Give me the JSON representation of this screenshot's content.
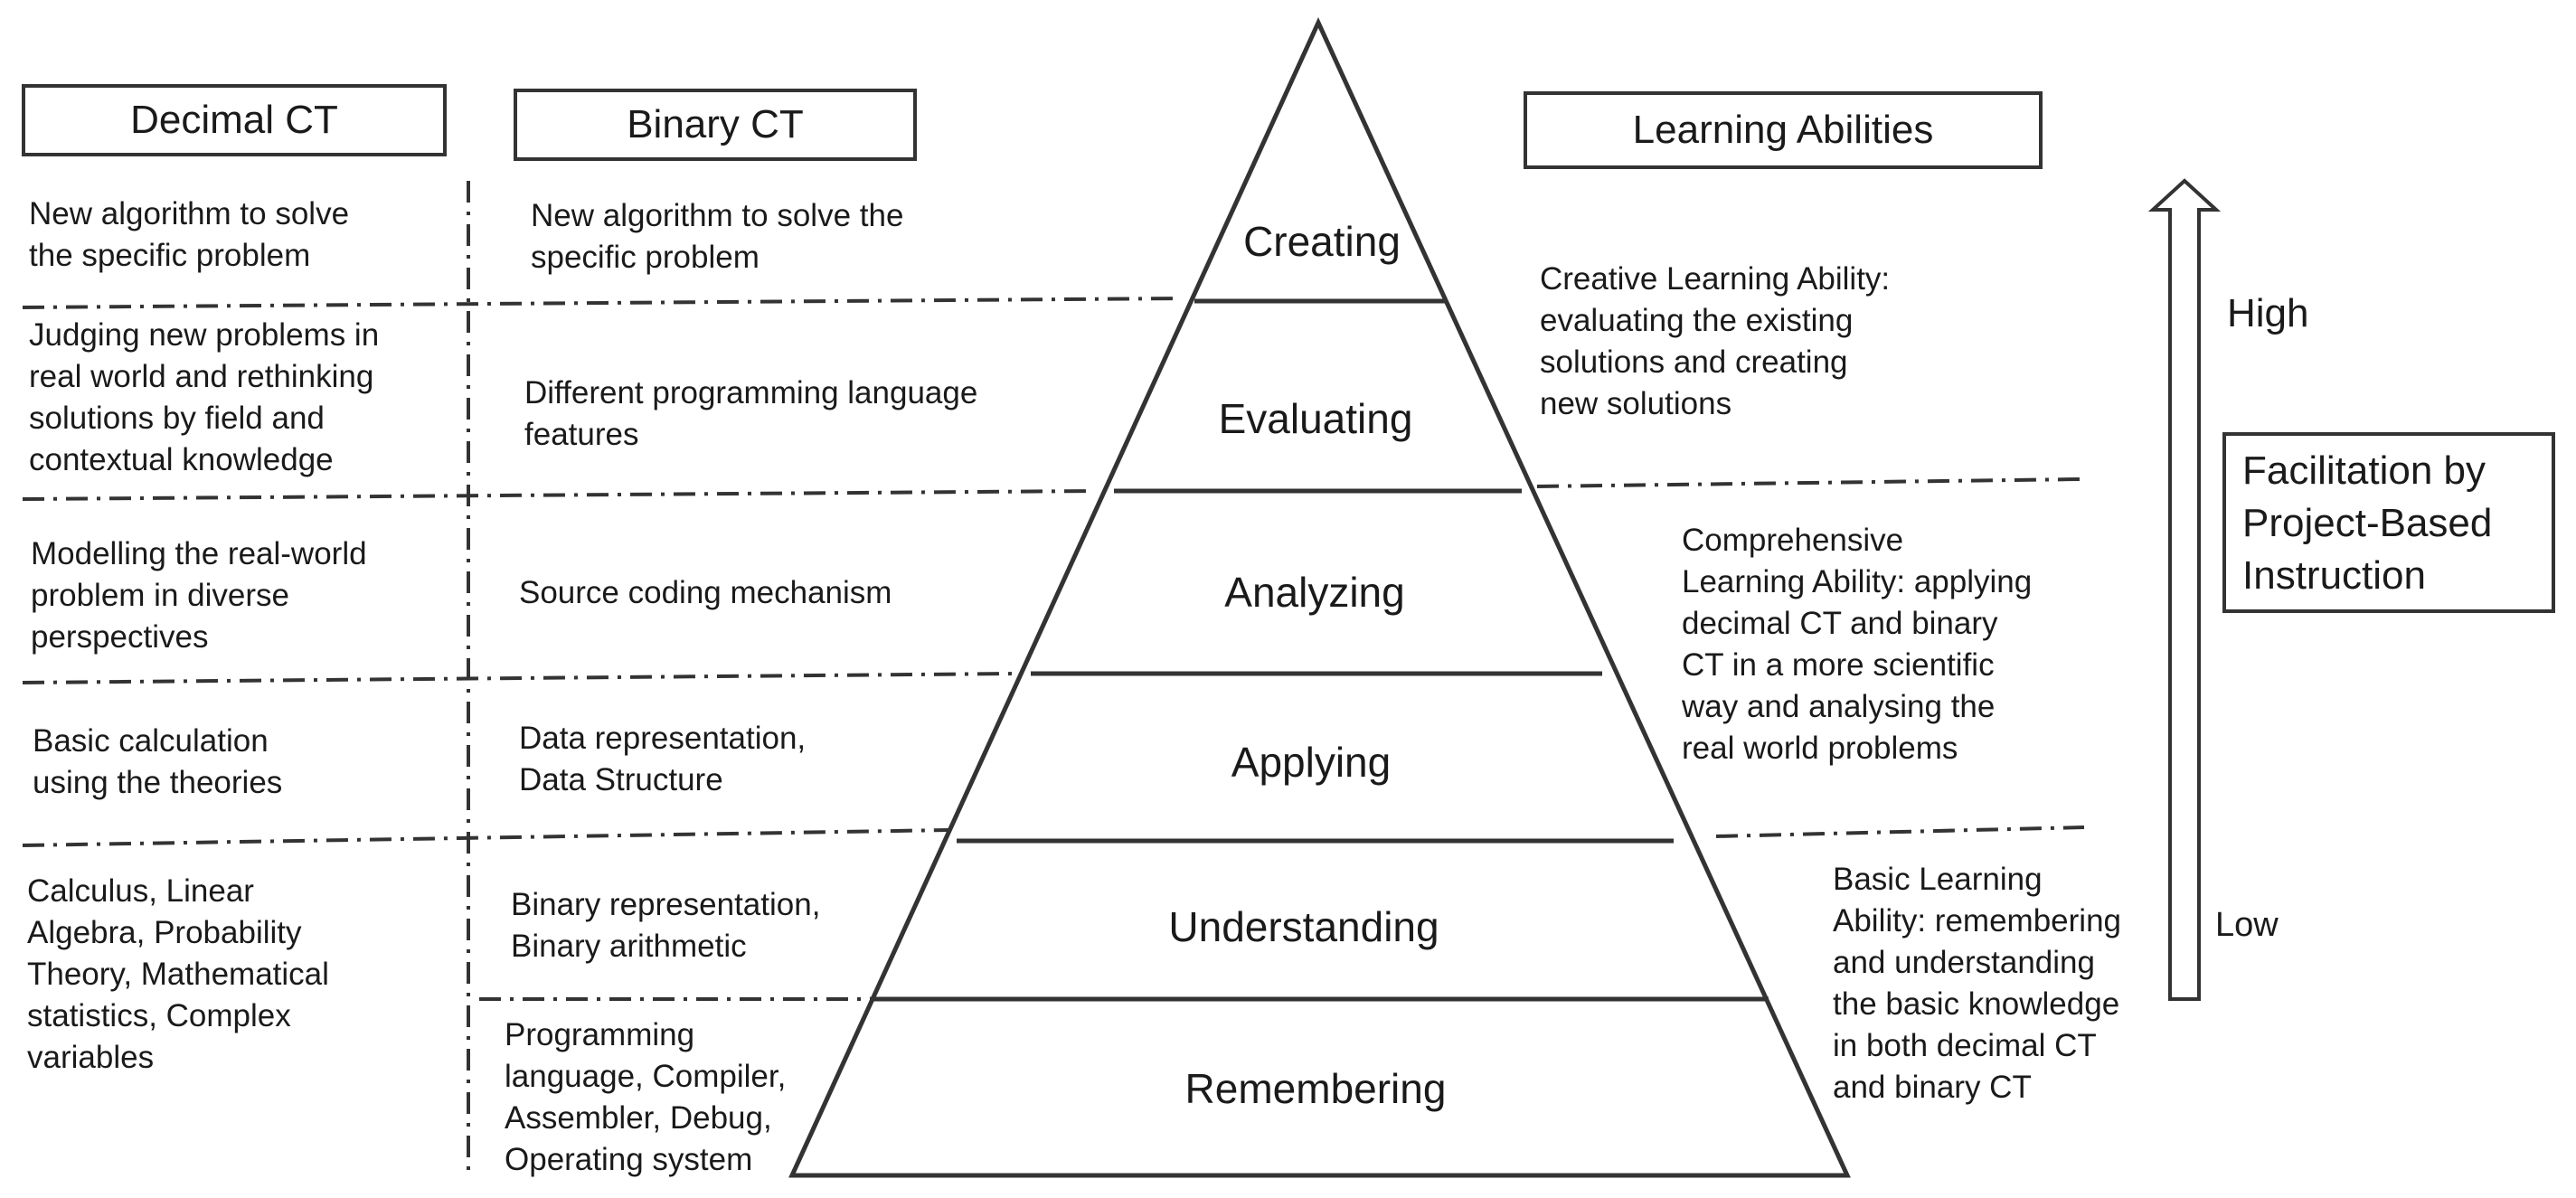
{
  "headers": {
    "decimal": "Decimal CT",
    "binary": "Binary  CT",
    "learning": "Learning Abilities"
  },
  "levels": [
    "Creating",
    "Evaluating",
    "Analyzing",
    "Applying",
    "Understanding",
    "Remembering"
  ],
  "decimal_ct": [
    [
      "New algorithm to solve",
      "the specific problem"
    ],
    [
      "Judging new problems in",
      "real world and rethinking",
      "solutions by field and",
      "contextual knowledge"
    ],
    [
      "Modelling the real-world",
      "problem in diverse",
      "perspectives"
    ],
    [
      "Basic calculation",
      "using the theories"
    ],
    [
      "Calculus, Linear",
      "Algebra, Probability",
      "Theory, Mathematical",
      "statistics, Complex",
      "variables"
    ]
  ],
  "binary_ct": [
    [
      "New algorithm to solve the",
      "specific problem"
    ],
    [
      "Different programming language",
      "features"
    ],
    [
      "Source coding mechanism"
    ],
    [
      "Data representation,",
      "Data Structure"
    ],
    [
      "Binary representation,",
      "Binary arithmetic"
    ],
    [
      "Programming",
      "language, Compiler,",
      "Assembler, Debug,",
      "Operating system"
    ]
  ],
  "learning_abilities": [
    [
      "Creative Learning Ability:",
      "evaluating the existing",
      "solutions and creating",
      "new solutions"
    ],
    [
      "Comprehensive",
      "Learning Ability: applying",
      "decimal CT and binary",
      "CT in a more scientific",
      "way and analysing the",
      "real world problems"
    ],
    [
      "Basic Learning",
      "Ability: remembering",
      "and understanding",
      "the basic knowledge",
      "in both decimal CT",
      "and binary CT"
    ]
  ],
  "scale": {
    "high": "High",
    "low": "Low"
  },
  "facilitation": [
    "Facilitation by",
    "Project-Based",
    "Instruction"
  ]
}
